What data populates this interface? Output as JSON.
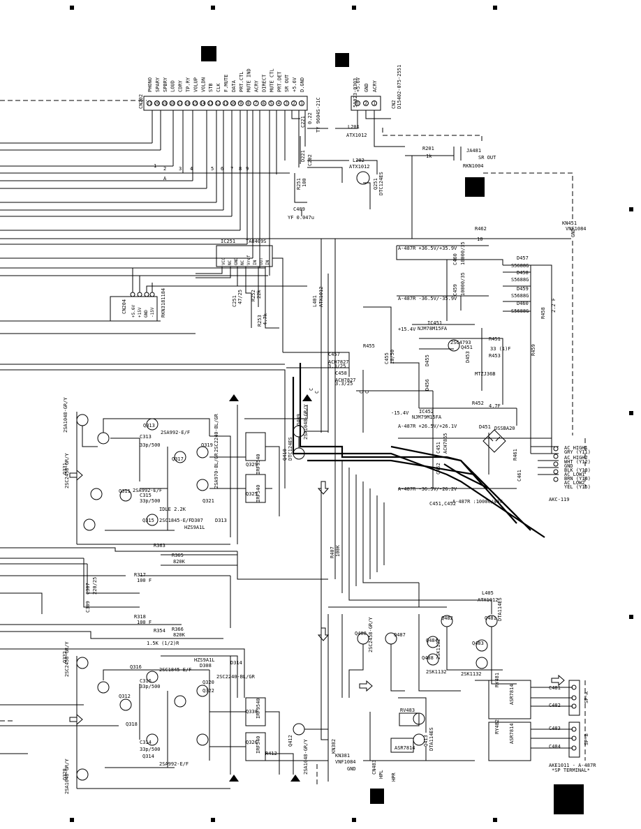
{
  "connector_cn202": {
    "ref": "CN202",
    "part": "TY 9604S-21C",
    "pins": [
      "PHONO",
      "SPARY",
      "SPBRY",
      "LOUD",
      "CDRY",
      "TP.RY",
      "VOLUP",
      "VOLDN",
      "STB",
      "CLK",
      "F.MUTE",
      "DATA",
      "PRT.CTL",
      "MUTE IND",
      "ACRY",
      "DIRECT",
      "MUTE CTL",
      "PRT.DET",
      "SR OUT",
      "+5.6V",
      "D.GND"
    ],
    "numbers": [
      "21",
      "20",
      "19",
      "18",
      "17",
      "16",
      "15",
      "14",
      "13",
      "12",
      "11",
      "10",
      "9",
      "8",
      "7",
      "6",
      "5",
      "4",
      "3",
      "2",
      "1"
    ]
  },
  "connector_cn2": {
    "ref": "CN2",
    "part": "D15402-075-2551",
    "part2": "51023-0303",
    "pins": [
      "+5.6V",
      "GND",
      "ACRY"
    ],
    "numbers": [
      "3",
      "2",
      "1"
    ]
  },
  "connector_cn204": {
    "ref": "CN204",
    "part": "RKN3181184",
    "pins": [
      "+5.6V",
      "+15V",
      "GND",
      "-15V"
    ],
    "numbers": [
      "4",
      "3",
      "2",
      "1"
    ]
  },
  "ic251": {
    "ref": "IC251",
    "part": "TA8409S",
    "pins": [
      "VCC",
      "NC",
      "GND",
      "NC",
      "Vref",
      "IN",
      "OUT",
      "IN"
    ]
  },
  "labels": [
    {
      "id": "a",
      "text": "A"
    },
    {
      "id": "c221",
      "text": "C221"
    },
    {
      "id": "c221v",
      "text": "0.22"
    },
    {
      "id": "l201",
      "text": "L201"
    },
    {
      "id": "l201p",
      "text": "ATX1012"
    },
    {
      "id": "d221",
      "text": "D221"
    },
    {
      "id": "c202",
      "text": "C202"
    },
    {
      "id": "l202",
      "text": "L202"
    },
    {
      "id": "l202p",
      "text": "ATX1012"
    },
    {
      "id": "q251",
      "text": "Q251"
    },
    {
      "id": "q251p",
      "text": "DTC124ES"
    },
    {
      "id": "r201",
      "text": "R201"
    },
    {
      "id": "r201v",
      "text": "1k"
    },
    {
      "id": "ja481",
      "text": "JA481"
    },
    {
      "id": "srout",
      "text": "SR OUT"
    },
    {
      "id": "rkn",
      "text": "RKN1004"
    },
    {
      "id": "r251",
      "text": "R251"
    },
    {
      "id": "r251v",
      "text": "100"
    },
    {
      "id": "c409",
      "text": "C409"
    },
    {
      "id": "c409v",
      "text": "YF 0.047u"
    },
    {
      "id": "r462",
      "text": "R462"
    },
    {
      "id": "r462v",
      "text": "10"
    },
    {
      "id": "kn451",
      "text": "KN451"
    },
    {
      "id": "kn451p",
      "text": "VNF1084"
    },
    {
      "id": "gnd1",
      "text": "GND"
    },
    {
      "id": "c251",
      "text": "C251"
    },
    {
      "id": "c251v",
      "text": "47/25"
    },
    {
      "id": "r252",
      "text": "R252"
    },
    {
      "id": "r252v",
      "text": "22k"
    },
    {
      "id": "r253",
      "text": "R253"
    },
    {
      "id": "r253v",
      "text": "4.7k"
    },
    {
      "id": "l401",
      "text": "L401"
    },
    {
      "id": "l401p",
      "text": "ATX1012"
    },
    {
      "id": "v1",
      "text": "A-487R +36.5V/+35.9V"
    },
    {
      "id": "v2",
      "text": "A-487R -36.5V/-35.9V"
    },
    {
      "id": "v3",
      "text": "A-487R +26.5V/+26.1V"
    },
    {
      "id": "v4",
      "text": "A-487R -36.5V/-26.2V"
    },
    {
      "id": "c459",
      "text": "C459"
    },
    {
      "id": "c459v",
      "text": "10000/35"
    },
    {
      "id": "c460",
      "text": "C460"
    },
    {
      "id": "c460v",
      "text": "10000/35"
    },
    {
      "id": "d457",
      "text": "D457"
    },
    {
      "id": "d457p",
      "text": "S5688G"
    },
    {
      "id": "d458",
      "text": "D458"
    },
    {
      "id": "d458p",
      "text": "S5688G"
    },
    {
      "id": "d459",
      "text": "D459"
    },
    {
      "id": "d459p",
      "text": "S5688G"
    },
    {
      "id": "d460",
      "text": "D460"
    },
    {
      "id": "d460p",
      "text": "S5688G"
    },
    {
      "id": "r458",
      "text": "R458"
    },
    {
      "id": "r459",
      "text": "R459"
    },
    {
      "id": "v22f",
      "text": "2.2 F"
    },
    {
      "id": "ic451",
      "text": "IC451"
    },
    {
      "id": "ic451p",
      "text": "NJM78M15FA"
    },
    {
      "id": "ic452",
      "text": "IC452"
    },
    {
      "id": "ic452p",
      "text": "NJM79M15FA"
    },
    {
      "id": "p154",
      "text": "+15.4V"
    },
    {
      "id": "m154",
      "text": "-15.4V"
    },
    {
      "id": "q451",
      "text": "Q451"
    },
    {
      "id": "q451p",
      "text": "2SC4793"
    },
    {
      "id": "r451",
      "text": "R451"
    },
    {
      "id": "r451v",
      "text": "33 (1)F"
    },
    {
      "id": "r453",
      "text": "R453"
    },
    {
      "id": "d453",
      "text": "D453"
    },
    {
      "id": "d453p",
      "text": "MTZJ36B"
    },
    {
      "id": "c457",
      "text": "C457"
    },
    {
      "id": "c458",
      "text": "C458"
    },
    {
      "id": "ach",
      "text": "ACH7827"
    },
    {
      "id": "ach2",
      "text": "ACH7827"
    },
    {
      "id": "v3325",
      "text": "3.3/25"
    },
    {
      "id": "v3325b",
      "text": "3.3/25"
    },
    {
      "id": "r455",
      "text": "R455"
    },
    {
      "id": "c455",
      "text": "C455"
    },
    {
      "id": "c455v",
      "text": "10/50"
    },
    {
      "id": "d455",
      "text": "D455"
    },
    {
      "id": "d456",
      "text": "D456"
    },
    {
      "id": "r452",
      "text": "R452"
    },
    {
      "id": "r452v",
      "text": "4.7F"
    },
    {
      "id": "d451",
      "text": "D451"
    },
    {
      "id": "d451p",
      "text": "DSSBA20"
    },
    {
      "id": "c451",
      "text": "C451"
    },
    {
      "id": "c452",
      "text": "C452"
    },
    {
      "id": "ach7865",
      "text": "ACH7865"
    },
    {
      "id": "c461",
      "text": "C461"
    },
    {
      "id": "r461",
      "text": "R461"
    },
    {
      "id": "c451b",
      "text": "C451,C452"
    },
    {
      "id": "c451c",
      "text": "A-487R :10000/43V"
    },
    {
      "id": "ac1",
      "text": "AC HIGH1"
    },
    {
      "id": "ac1c",
      "text": "GRY (Y11)"
    },
    {
      "id": "ac2",
      "text": "AC HIGH2"
    },
    {
      "id": "ac2c",
      "text": "WHT (Y12)"
    },
    {
      "id": "ac3",
      "text": "GND"
    },
    {
      "id": "ac3c",
      "text": "BLK (Y13)"
    },
    {
      "id": "ac4",
      "text": "AC LOW1"
    },
    {
      "id": "ac4c",
      "text": "BRN (Y14)"
    },
    {
      "id": "ac5",
      "text": "AC LOW2"
    },
    {
      "id": "ac5c",
      "text": "YEL (Y15)"
    },
    {
      "id": "akc",
      "text": "AKC-119"
    },
    {
      "id": "q327",
      "text": "2SA1048-GR/Y"
    },
    {
      "id": "q313",
      "text": "Q313"
    },
    {
      "id": "q313p",
      "text": "2SA992-E/F"
    },
    {
      "id": "q319",
      "text": "Q319"
    },
    {
      "id": "q319p",
      "text": "2SC2240-BL/GR"
    },
    {
      "id": "q317",
      "text": "Q317"
    },
    {
      "id": "q315",
      "text": "Q315"
    },
    {
      "id": "q315p",
      "text": "2SC1845-E/F"
    },
    {
      "id": "q321",
      "text": "Q321"
    },
    {
      "id": "q321p",
      "text": "2SA970-BL/GR"
    },
    {
      "id": "q311",
      "text": "Q311"
    },
    {
      "id": "q311p",
      "text": "2SA992-E/F"
    },
    {
      "id": "q331",
      "text": "Q331"
    },
    {
      "id": "q331p",
      "text": "2SC2458-GR/Y"
    },
    {
      "id": "q329",
      "text": "Q329"
    },
    {
      "id": "q329p",
      "text": "IRF9540"
    },
    {
      "id": "q325",
      "text": "Q325"
    },
    {
      "id": "q325p",
      "text": "IRF540"
    },
    {
      "id": "q409",
      "text": "Q409"
    },
    {
      "id": "q409p",
      "text": "2SA1048-GR/Y"
    },
    {
      "id": "q410",
      "text": "Q410"
    },
    {
      "id": "q410p",
      "text": "DTC124ES"
    },
    {
      "id": "d307",
      "text": "D307"
    },
    {
      "id": "d307p",
      "text": "HZS9A1L"
    },
    {
      "id": "d313",
      "text": "D313"
    },
    {
      "id": "r363",
      "text": "R363"
    },
    {
      "id": "r365",
      "text": "R365"
    },
    {
      "id": "r365v",
      "text": "820K"
    },
    {
      "id": "r317",
      "text": "R317"
    },
    {
      "id": "r317v",
      "text": "100 F"
    },
    {
      "id": "r318",
      "text": "R318"
    },
    {
      "id": "r318v",
      "text": "100 F"
    },
    {
      "id": "c307",
      "text": "C307"
    },
    {
      "id": "c309",
      "text": "C309"
    },
    {
      "id": "c3v",
      "text": "220/25"
    },
    {
      "id": "c313",
      "text": "C313"
    },
    {
      "id": "c313v",
      "text": "33p/500"
    },
    {
      "id": "c315",
      "text": "C315"
    },
    {
      "id": "c315v",
      "text": "33p/500"
    },
    {
      "id": "idle",
      "text": "IDLE 2.2K"
    },
    {
      "id": "r407",
      "text": "R407"
    },
    {
      "id": "r407v",
      "text": "100K"
    },
    {
      "id": "l405",
      "text": "L405"
    },
    {
      "id": "l405p",
      "text": "ATX1012"
    },
    {
      "id": "q482",
      "text": "Q482"
    },
    {
      "id": "q481",
      "text": "Q481"
    },
    {
      "id": "q481p",
      "text": "DTA114ES"
    },
    {
      "id": "q484",
      "text": "Q484"
    },
    {
      "id": "q483",
      "text": "Q483"
    },
    {
      "id": "q488",
      "text": "Q488"
    },
    {
      "id": "q487",
      "text": "Q487"
    },
    {
      "id": "q408",
      "text": "Q408"
    },
    {
      "id": "q408p",
      "text": "2SC2458-GR/Y"
    },
    {
      "id": "sk",
      "text": "2SK1132"
    },
    {
      "id": "sk2",
      "text": "2SK1132"
    },
    {
      "id": "sk3",
      "text": "2SK1132"
    },
    {
      "id": "r354",
      "text": "R354"
    },
    {
      "id": "r354v",
      "text": "1.5K (1/2)R"
    },
    {
      "id": "r366",
      "text": "R366"
    },
    {
      "id": "r366v",
      "text": "820K"
    },
    {
      "id": "hzs",
      "text": "HZS9A1L"
    },
    {
      "id": "d308",
      "text": "D308"
    },
    {
      "id": "d314",
      "text": "D314"
    },
    {
      "id": "q316",
      "text": "Q316"
    },
    {
      "id": "q316p",
      "text": "2SC1845-E/F"
    },
    {
      "id": "q320",
      "text": "Q320"
    },
    {
      "id": "q320p",
      "text": "2SC2240-BL/GR"
    },
    {
      "id": "q322",
      "text": "Q322"
    },
    {
      "id": "q326",
      "text": "Q326"
    },
    {
      "id": "q326p",
      "text": "IRF540"
    },
    {
      "id": "q330",
      "text": "Q330"
    },
    {
      "id": "q330p",
      "text": "IRF9540"
    },
    {
      "id": "q332",
      "text": "Q332"
    },
    {
      "id": "q332p",
      "text": "2SC2458-GR/Y"
    },
    {
      "id": "q314",
      "text": "Q314"
    },
    {
      "id": "q314p",
      "text": "2SA992-E/F"
    },
    {
      "id": "q318",
      "text": "Q318"
    },
    {
      "id": "q328",
      "text": "Q328"
    },
    {
      "id": "q328p",
      "text": "2SA1048-GR/Y"
    },
    {
      "id": "q312",
      "text": "Q312"
    },
    {
      "id": "c316",
      "text": "C316"
    },
    {
      "id": "c316v",
      "text": "33p/500"
    },
    {
      "id": "c314",
      "text": "C314"
    },
    {
      "id": "c314v",
      "text": "33p/500"
    },
    {
      "id": "r412",
      "text": "R412"
    },
    {
      "id": "q412",
      "text": "Q412"
    },
    {
      "id": "q412p",
      "text": "2SA1048-GR/Y"
    },
    {
      "id": "rv483",
      "text": "RV483"
    },
    {
      "id": "ic481",
      "text": "ASR7814"
    },
    {
      "id": "q413",
      "text": "Q413"
    },
    {
      "id": "q413p",
      "text": "DTA114ES"
    },
    {
      "id": "kn381",
      "text": "KN381"
    },
    {
      "id": "kn381p",
      "text": "VNF1084"
    },
    {
      "id": "kn382",
      "text": "KN382"
    },
    {
      "id": "gnd2",
      "text": "GND"
    },
    {
      "id": "hpl",
      "text": "HPL"
    },
    {
      "id": "hpr",
      "text": "HPR"
    },
    {
      "id": "cn483",
      "text": "CN483"
    },
    {
      "id": "ry481",
      "text": "RY481"
    },
    {
      "id": "ry482",
      "text": "RY482"
    },
    {
      "id": "asr1",
      "text": "ASR7814"
    },
    {
      "id": "asr2",
      "text": "ASR7814"
    },
    {
      "id": "c481",
      "text": "C481"
    },
    {
      "id": "c482",
      "text": "C482"
    },
    {
      "id": "c483",
      "text": "C483"
    },
    {
      "id": "c484",
      "text": "C484"
    },
    {
      "id": "spa",
      "text": "SP-A"
    },
    {
      "id": "spb",
      "text": "SP-B"
    },
    {
      "id": "ake",
      "text": "AKE1011 - A-487R"
    },
    {
      "id": "spterm",
      "text": "*SP TERMINAL*"
    },
    {
      "id": "a1",
      "text": "1"
    },
    {
      "id": "a2",
      "text": "2"
    },
    {
      "id": "a3",
      "text": "3"
    },
    {
      "id": "a4",
      "text": "4"
    },
    {
      "id": "a5",
      "text": "5"
    },
    {
      "id": "a6",
      "text": "6"
    },
    {
      "id": "a7",
      "text": "7"
    },
    {
      "id": "a8",
      "text": "8"
    },
    {
      "id": "a9",
      "text": "9"
    },
    {
      "id": "cx1",
      "text": "C"
    },
    {
      "id": "cx2",
      "text": "C"
    },
    {
      "id": "cx3",
      "text": "C"
    },
    {
      "id": "cx4",
      "text": "C"
    }
  ]
}
